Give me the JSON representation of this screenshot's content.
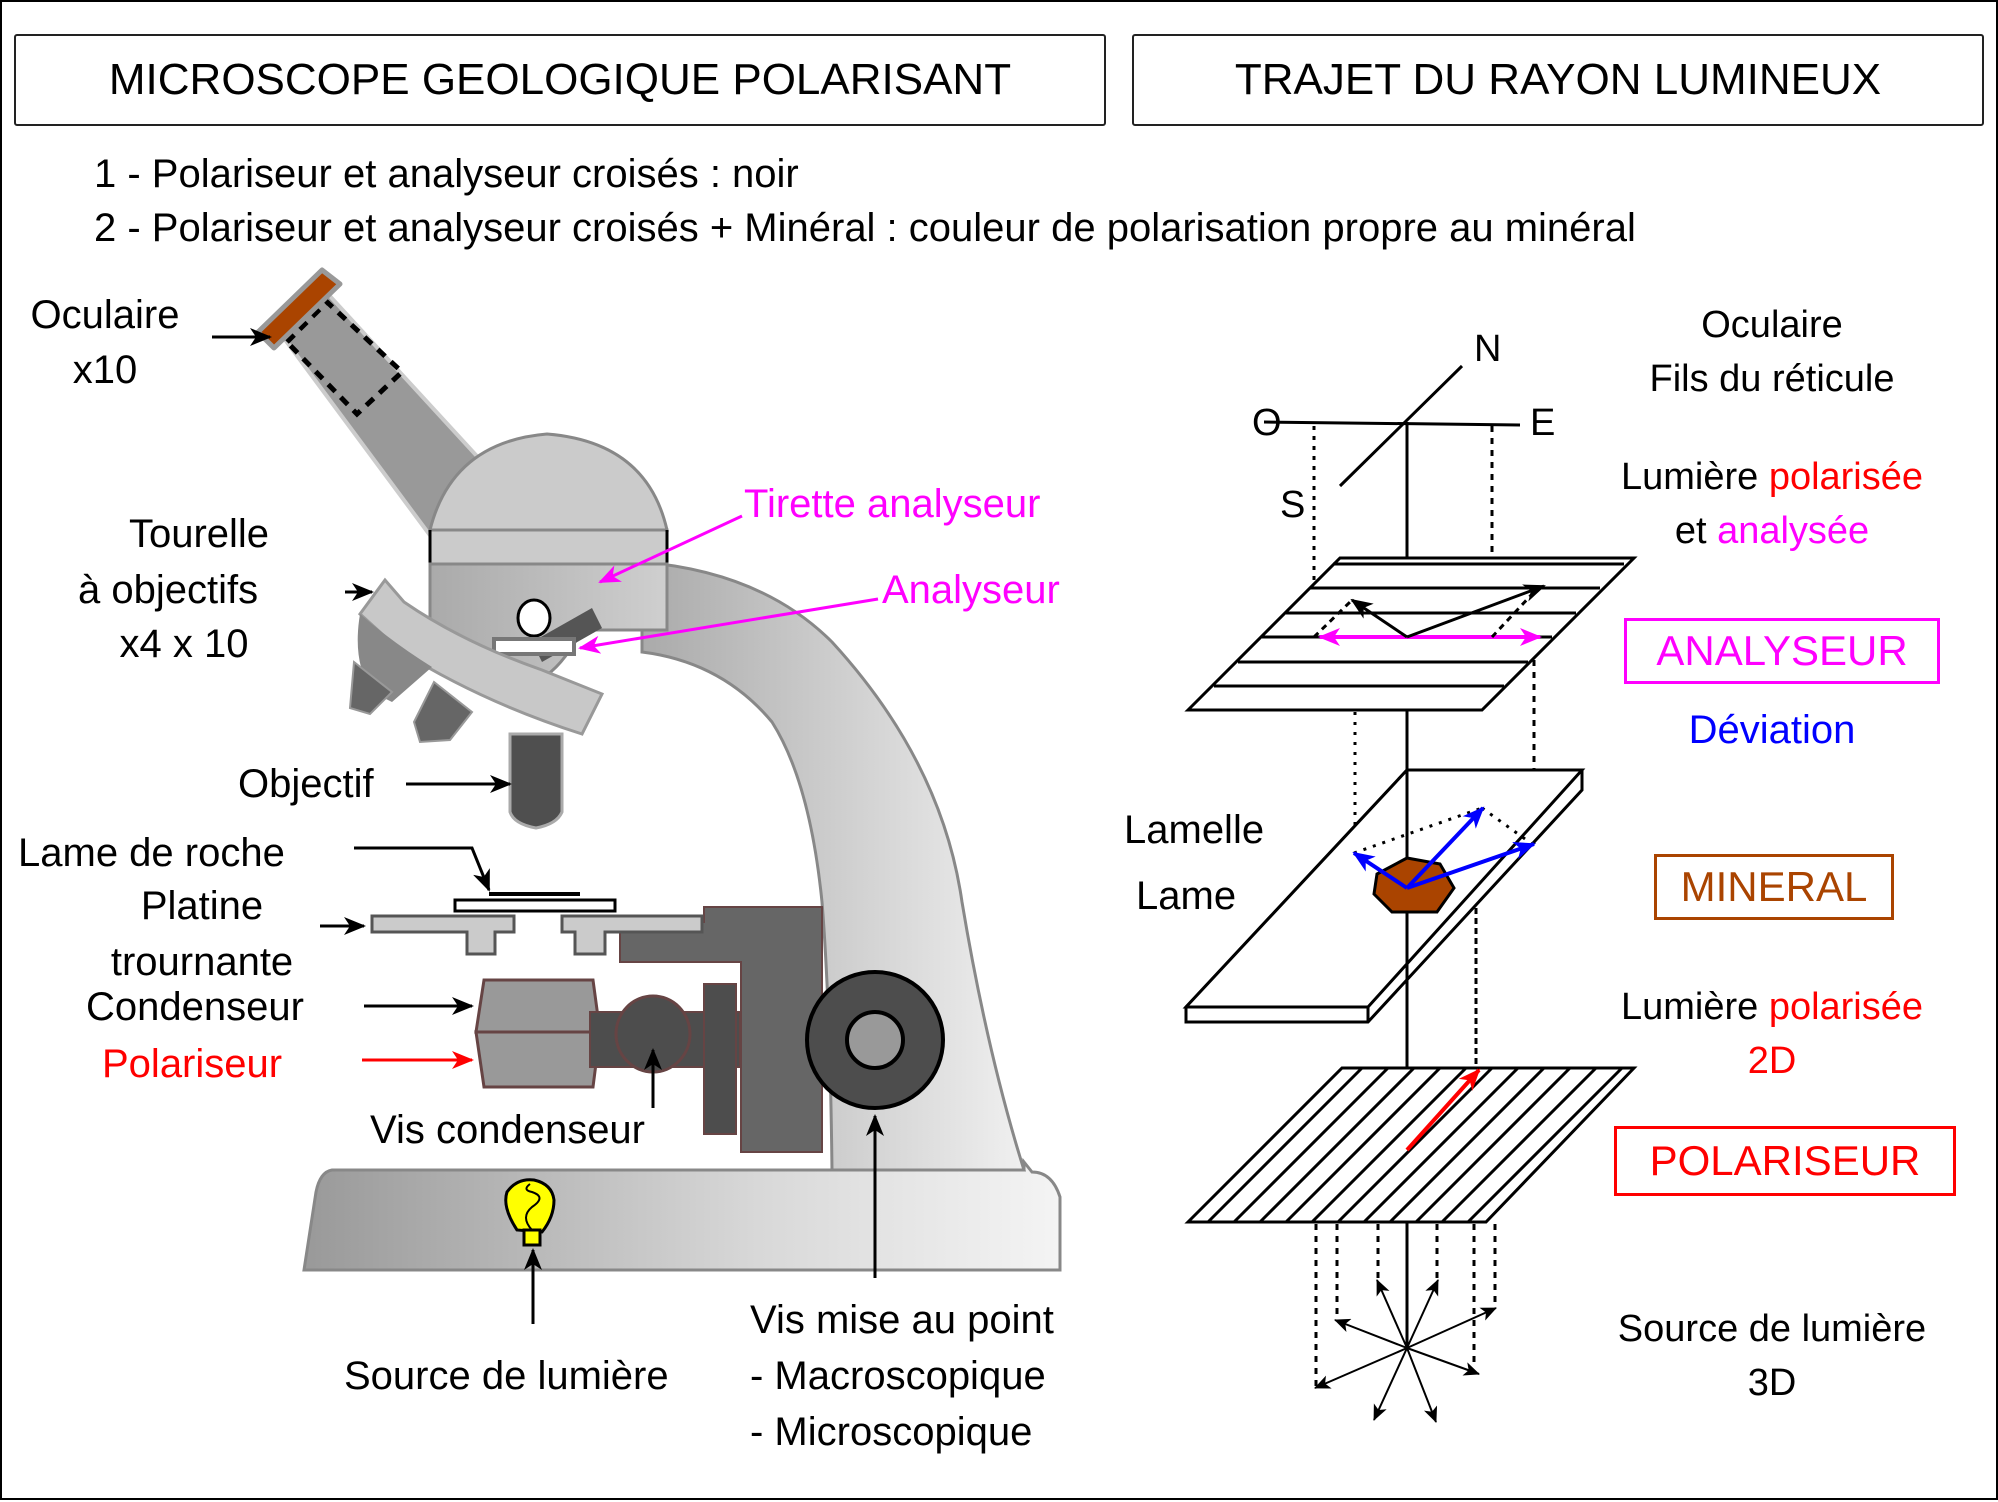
{
  "headers": {
    "left_title": "MICROSCOPE GEOLOGIQUE POLARISANT",
    "right_title": "TRAJET DU RAYON LUMINEUX"
  },
  "notes": [
    "1 - Polariseur et analyseur croisés : noir",
    "2 - Polariseur et analyseur croisés + Minéral : couleur de polarisation propre au minéral"
  ],
  "microscope_labels": {
    "oculaire": [
      "Oculaire",
      "x10"
    ],
    "tourelle": [
      "Tourelle",
      "à objectifs",
      "x4 x 10"
    ],
    "objectif": "Objectif",
    "lame_de_roche": "Lame de roche",
    "platine": [
      "Platine",
      "trournante"
    ],
    "condenseur": "Condenseur",
    "polariseur": "Polariseur",
    "vis_condenseur": "Vis condenseur",
    "tirette_analyseur": "Tirette analyseur",
    "analyseur": "Analyseur",
    "source_lumiere": "Source de lumière",
    "vis_mise_au_point": [
      "Vis mise au point",
      "- Macroscopique",
      "- Microscopique"
    ]
  },
  "ray_path_labels": {
    "compass": {
      "north": "N",
      "south": "S",
      "east": "E",
      "west": "O"
    },
    "oculaire": [
      "Oculaire",
      "Fils du réticule"
    ],
    "lumiere_top": {
      "prefix": "Lumière ",
      "polarisee": "polarisée",
      "et": "et ",
      "analysee": "analysée"
    },
    "analyseur_box": "ANALYSEUR",
    "deviation": "Déviation",
    "lamelle": "Lamelle",
    "lame": "Lame",
    "mineral_box": "MINERAL",
    "lumiere_mid": {
      "prefix": "Lumière ",
      "polarisee": "polarisée",
      "dim": "2D"
    },
    "polariseur_box": "POLARISEUR",
    "source": [
      "Source de lumière",
      "3D"
    ]
  },
  "colors": {
    "analyseur": "#ff00ff",
    "polariseur": "#ff0000",
    "deviation": "#0000ff",
    "mineral": "#aa4400",
    "bulb": "#ffff00"
  }
}
